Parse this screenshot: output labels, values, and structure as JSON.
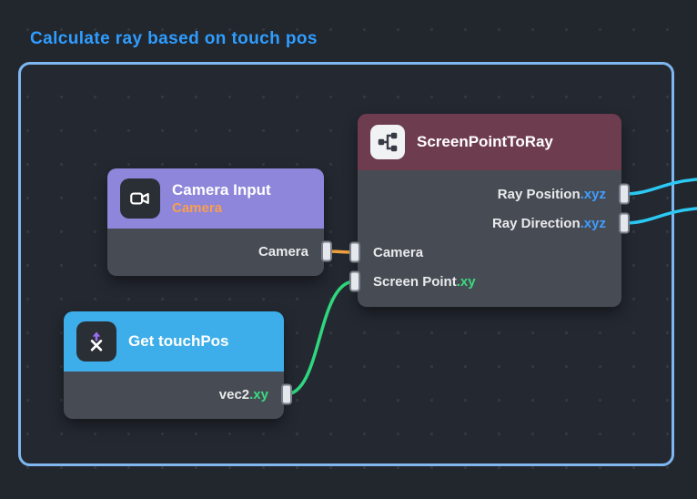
{
  "canvas": {
    "title": "Calculate ray based on touch pos",
    "title_color": "#2f9dff",
    "background_color": "#22262d",
    "grid_dot_color": "#31363f",
    "frame_color": "#7fb7f1"
  },
  "nodes": {
    "camera_input": {
      "title": "Camera Input",
      "subtitle": "Camera",
      "header_color": "#8d86da",
      "subtitle_color": "#f89e50",
      "icon": "camera-icon",
      "output": {
        "label": "Camera"
      }
    },
    "screen_point_to_ray": {
      "title": "ScreenPointToRay",
      "header_color": "#6e3c4f",
      "icon": "split-branch-icon",
      "outputs": [
        {
          "label": "Ray Position",
          "suffix": ".xyz",
          "suffix_color": "#3f9dff"
        },
        {
          "label": "Ray Direction",
          "suffix": ".xyz",
          "suffix_color": "#3f9dff"
        }
      ],
      "inputs": [
        {
          "label": "Camera",
          "suffix": ""
        },
        {
          "label": "Screen Point",
          "suffix": ".xy",
          "suffix_color": "#3bd97f"
        }
      ]
    },
    "get_touch_pos": {
      "title": "Get touchPos",
      "header_color": "#3eaeea",
      "icon": "touch-position-icon",
      "output": {
        "label": "vec2",
        "suffix": ".xy",
        "suffix_color": "#3bd97f"
      }
    }
  },
  "wires": {
    "camera": {
      "color": "#f2a13e"
    },
    "screen_point": {
      "color": "#2fd77e"
    },
    "ray_position": {
      "color": "#2bc9f4"
    },
    "ray_direction": {
      "color": "#2bc9f4"
    }
  }
}
